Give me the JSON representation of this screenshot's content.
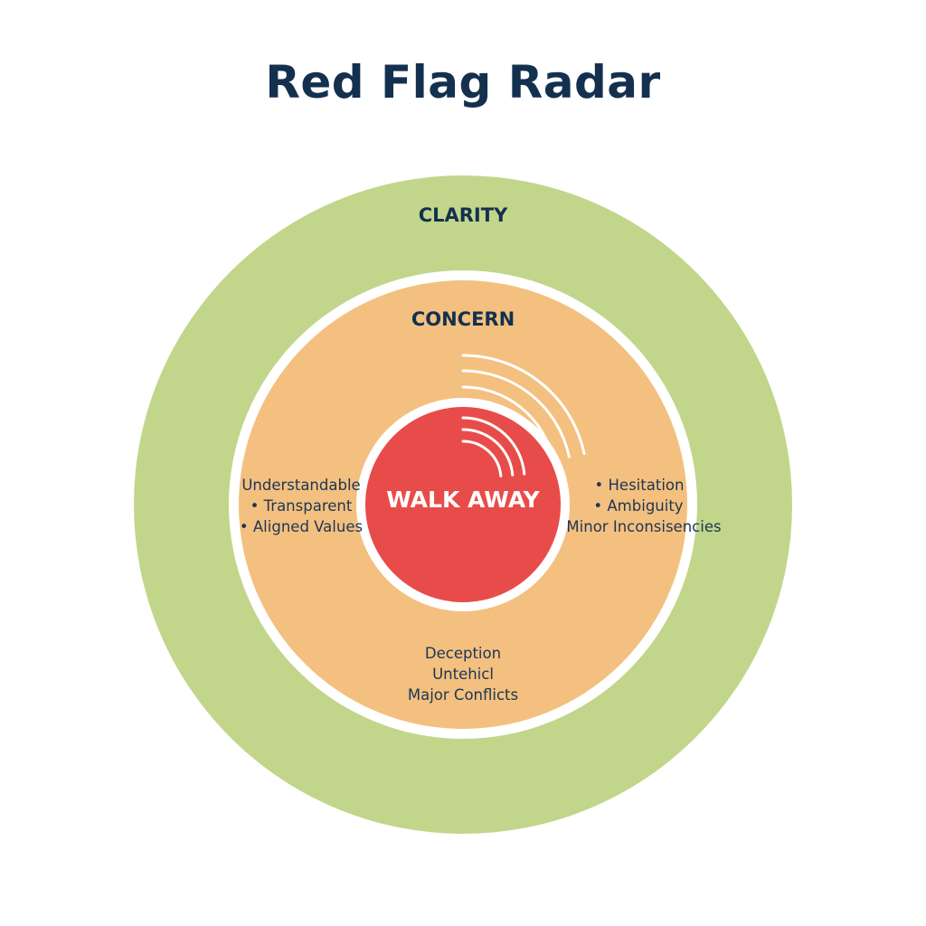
{
  "title": "Red Flag Radar",
  "rings": {
    "outer": {
      "label": "CLARITY",
      "color": "#c1d68a"
    },
    "middle": {
      "label": "CONCERN",
      "color": "#f3c07f"
    },
    "center": {
      "label": "WALK AWAY",
      "color": "#e84c4a"
    }
  },
  "left_list": [
    "Understandable",
    "• Transparent",
    "• Aligned Values"
  ],
  "right_list": [
    "• Hesitation",
    "• Ambiguity",
    "Minor Inconsisencies"
  ],
  "bottom_list": [
    "Deception",
    "Untehicl",
    "Major Conflicts"
  ],
  "text_color": "#14304f"
}
